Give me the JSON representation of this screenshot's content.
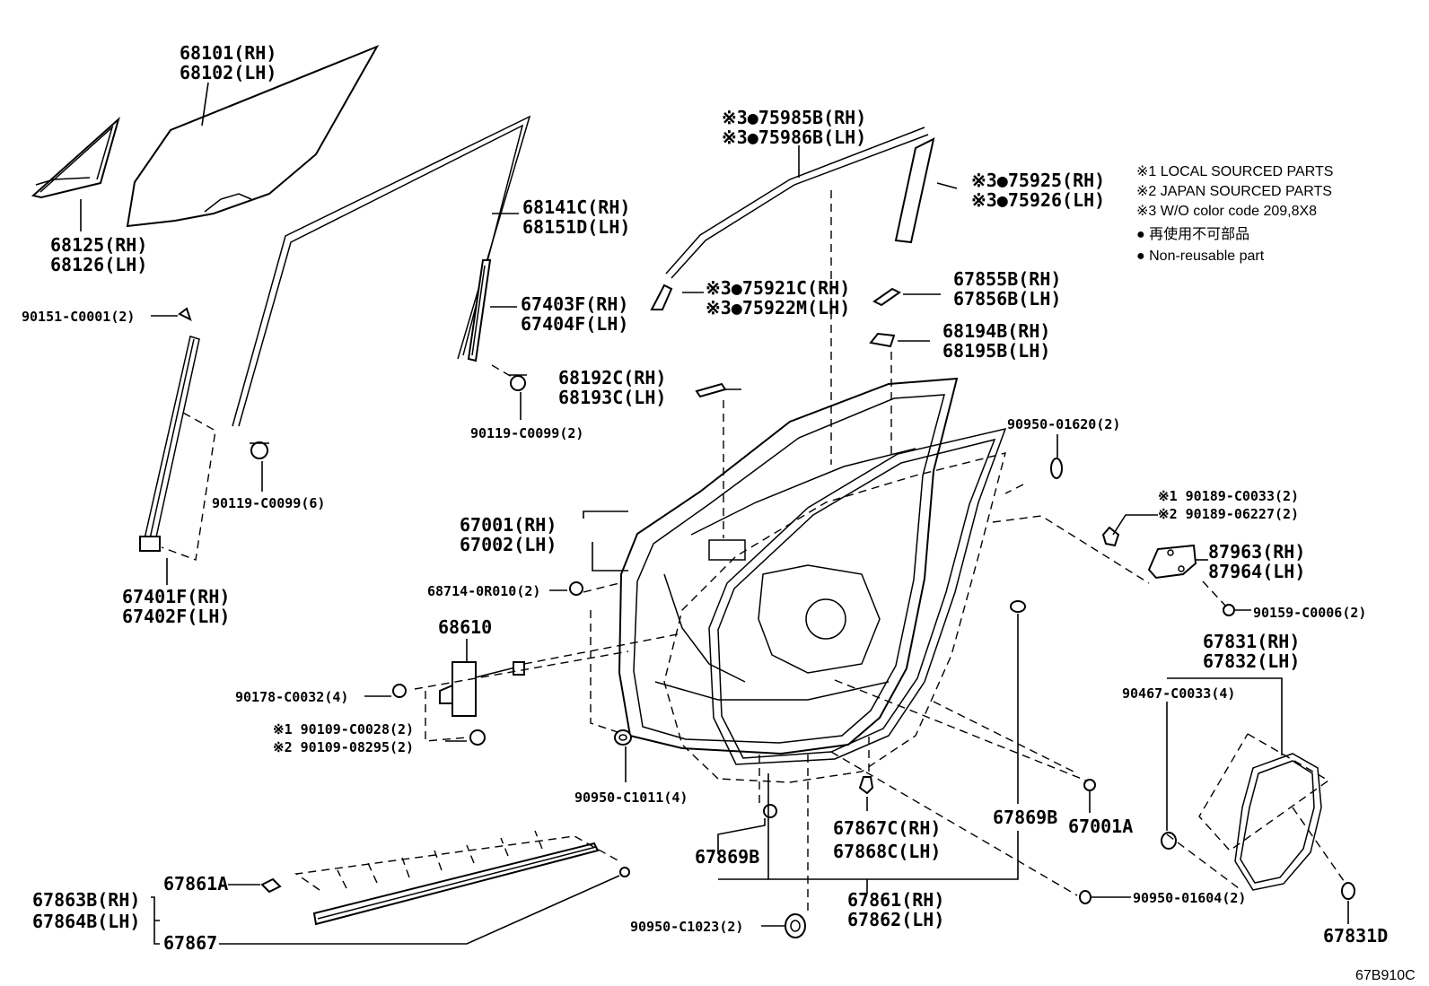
{
  "diagram_code": "67B910C",
  "legend": [
    {
      "mark": "※1",
      "text": "LOCAL SOURCED PARTS"
    },
    {
      "mark": "※2",
      "text": "JAPAN SOURCED PARTS"
    },
    {
      "mark": "※3",
      "text": "W/O color code 209,8X8"
    },
    {
      "mark": "●",
      "text": "再使用不可部品"
    },
    {
      "mark": "●",
      "text": "Non-reusable part"
    }
  ],
  "callouts": {
    "c68101": [
      "68101(RH)",
      "68102(LH)"
    ],
    "c68125": [
      "68125(RH)",
      "68126(LH)"
    ],
    "c68141": [
      "68141C(RH)",
      "68151D(LH)"
    ],
    "c67403": [
      "67403F(RH)",
      "67404F(LH)"
    ],
    "c90151": [
      "90151-C0001(2)"
    ],
    "c90119a": [
      "90119-C0099(2)"
    ],
    "c90119b": [
      "90119-C0099(6)"
    ],
    "c67401": [
      "67401F(RH)",
      "67402F(LH)"
    ],
    "c75985": [
      "※3●75985B(RH)",
      "※3●75986B(LH)"
    ],
    "c75925": [
      "※3●75925(RH)",
      "※3●75926(LH)"
    ],
    "c75921": [
      "※3●75921C(RH)",
      "※3●75922M(LH)"
    ],
    "c67855": [
      "67855B(RH)",
      "67856B(LH)"
    ],
    "c68194": [
      "68194B(RH)",
      "68195B(LH)"
    ],
    "c68192": [
      "68192C(RH)",
      "68193C(LH)"
    ],
    "c90950_01620": [
      "90950-01620(2)"
    ],
    "c67001": [
      "67001(RH)",
      "67002(LH)"
    ],
    "c68714": [
      "68714-0R010(2)"
    ],
    "c68610": [
      "68610"
    ],
    "c90178": [
      "90178-C0032(4)"
    ],
    "c90109": [
      "※1 90109-C0028(2)",
      "※2 90109-08295(2)"
    ],
    "c90950_C1011": [
      "90950-C1011(4)"
    ],
    "c90189": [
      "※1 90189-C0033(2)",
      "※2 90189-06227(2)"
    ],
    "c87963": [
      "87963(RH)",
      "87964(LH)"
    ],
    "c90159": [
      "90159-C0006(2)"
    ],
    "c67831": [
      "67831(RH)",
      "67832(LH)"
    ],
    "c90467": [
      "90467-C0033(4)"
    ],
    "c67869b_r": [
      "67869B"
    ],
    "c67001a": [
      "67001A"
    ],
    "c67867c": [
      "67867C(RH)",
      "67868C(LH)"
    ],
    "c67869b_l": [
      "67869B"
    ],
    "c67861": [
      "67861(RH)",
      "67862(LH)"
    ],
    "c90950_01604": [
      "90950-01604(2)"
    ],
    "c67831d": [
      "67831D"
    ],
    "c90950_C1023": [
      "90950-C1023(2)"
    ],
    "c67863": [
      "67863B(RH)",
      "67864B(LH)"
    ],
    "c67861a": [
      "67861A"
    ],
    "c67867": [
      "67867"
    ]
  }
}
